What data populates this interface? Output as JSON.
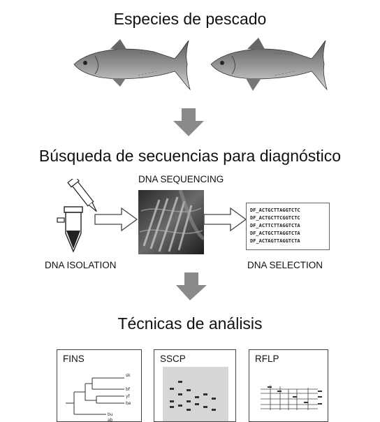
{
  "headings": {
    "fish_species": "Especies de pescado",
    "sequence_search": "Búsqueda de secuencias para diagnóstico",
    "analysis_techniques": "Técnicas de análisis"
  },
  "workflow": {
    "isolation_label": "DNA ISOLATION",
    "sequencing_label": "DNA SEQUENCING",
    "selection_label": "DNA SELECTION"
  },
  "sequences": [
    "DF_ACTGCTTAGGTCTC",
    "DF_ACTGCTTCGGTCTC",
    "DF_ACTTCTTAGGTCTA",
    "DF_ACTGCTTAGGTCTA",
    "DF_ACTAGTTAGGTCTA"
  ],
  "techniques": [
    {
      "label": "FINS"
    },
    {
      "label": "SSCP"
    },
    {
      "label": "RFLP"
    }
  ],
  "fins_leaf_labels": [
    "sk",
    "bf",
    "yf",
    "be",
    "bu",
    "ab"
  ],
  "colors": {
    "arrow": "#8a8a8a",
    "text": "#111111",
    "gel": "#d6d6d6"
  }
}
